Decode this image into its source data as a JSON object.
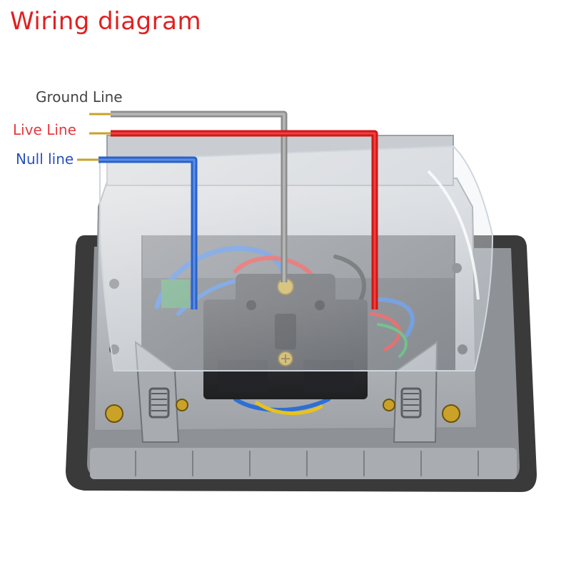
{
  "title": "Wiring diagram",
  "wires": [
    {
      "label": "Ground Line",
      "color": "#9a9a9a",
      "label_color": "#444444"
    },
    {
      "label": "Live Line",
      "color": "#e31b1b",
      "label_color": "#e8383d"
    },
    {
      "label": "Null line",
      "color": "#2f6fd6",
      "label_color": "#2a52be"
    }
  ],
  "colors": {
    "title": "#e02020",
    "gasket": "#3a3a3a",
    "housing": "#b9bcc0",
    "terminal_block": "#2e2f31"
  }
}
